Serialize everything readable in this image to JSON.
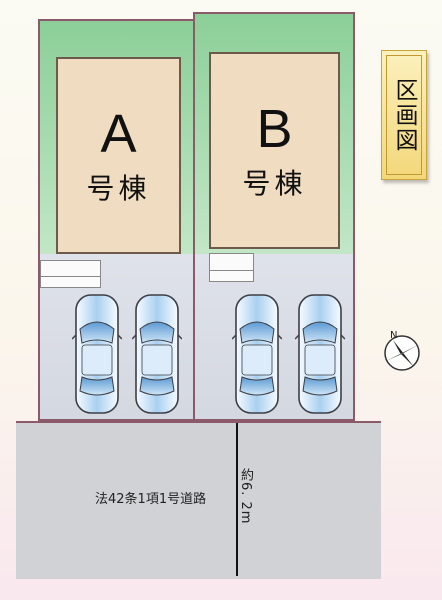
{
  "title": "区画図",
  "lots": [
    {
      "letter": "A",
      "label": "号棟"
    },
    {
      "letter": "B",
      "label": "号棟"
    }
  ],
  "road": {
    "label": "法42条1項1号道路",
    "width_label": "約6. 2m"
  },
  "compass": {
    "north_label": "N"
  },
  "colors": {
    "garden": "#8ccf98",
    "house": "#efdcc1",
    "parking": "#d4d8e0",
    "road": "#d0d2d6",
    "boundary": "#8b5a6a",
    "car": "#9cc7ea"
  }
}
